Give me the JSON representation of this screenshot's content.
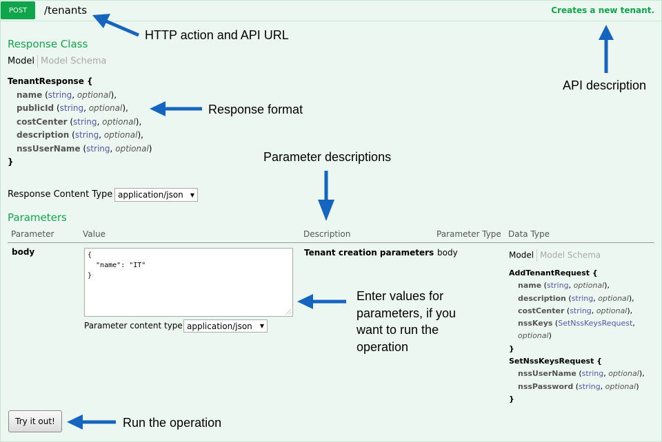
{
  "header": {
    "method": "POST",
    "path": "/tenants",
    "summary": "Creates a new tenant."
  },
  "response_class": {
    "title": "Response Class",
    "tab_model": "Model",
    "tab_schema": "Model Schema",
    "model_name": "TenantResponse {",
    "close": "}",
    "fields": [
      {
        "name": "name",
        "type": "string",
        "opt": "optional",
        "end": "),"
      },
      {
        "name": "publicId",
        "type": "string",
        "opt": "optional",
        "end": "),"
      },
      {
        "name": "costCenter",
        "type": "string",
        "opt": "optional",
        "end": "),"
      },
      {
        "name": "description",
        "type": "string",
        "opt": "optional",
        "end": "),"
      },
      {
        "name": "nssUserName",
        "type": "string",
        "opt": "optional",
        "end": ")"
      }
    ]
  },
  "response_content_type": {
    "label": "Response Content Type",
    "value": "application/json"
  },
  "parameters": {
    "title": "Parameters",
    "headers": [
      "Parameter",
      "Value",
      "Description",
      "Parameter Type",
      "Data Type"
    ],
    "row": {
      "name": "body",
      "value": "{\n  \"name\": \"IT\"\n}",
      "description": "Tenant creation parameters",
      "param_type": "body",
      "content_type_label": "Parameter content type:",
      "content_type_value": "application/json"
    },
    "datatype": {
      "tab_model": "Model",
      "tab_schema": "Model Schema",
      "m1_name": "AddTenantRequest {",
      "m1_fields": [
        {
          "name": "name",
          "type": "string",
          "opt": "optional",
          "end": "),"
        },
        {
          "name": "description",
          "type": "string",
          "opt": "optional",
          "end": "),"
        },
        {
          "name": "costCenter",
          "type": "string",
          "opt": "optional",
          "end": "),"
        },
        {
          "name": "nssKeys",
          "type": "SetNssKeysRequest",
          "opt": "optional",
          "end": ")"
        }
      ],
      "m2_name": "SetNssKeysRequest {",
      "m2_fields": [
        {
          "name": "nssUserName",
          "type": "string",
          "opt": "optional",
          "end": "),"
        },
        {
          "name": "nssPassword",
          "type": "string",
          "opt": "optional",
          "end": ")"
        }
      ],
      "close": "}"
    }
  },
  "try_button": "Try it out!",
  "annotations": {
    "http": "HTTP action and API URL",
    "api_desc": "API description",
    "response_format": "Response format",
    "param_desc": "Parameter descriptions",
    "enter_values": [
      "Enter values for",
      "parameters, if you",
      "want to run the",
      "operation"
    ],
    "run": "Run the operation"
  },
  "colors": {
    "accent": "#10a54a",
    "background": "#ebf7f0",
    "arrow": "#1565c0",
    "type_link": "#5555aa"
  }
}
